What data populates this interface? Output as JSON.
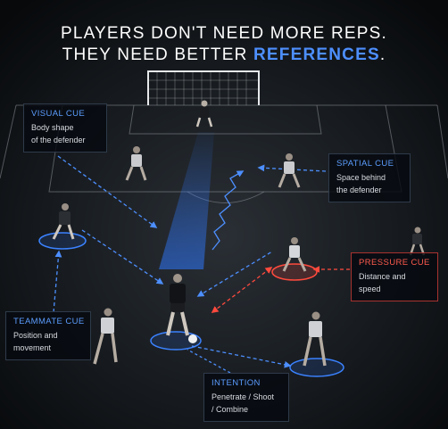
{
  "headline": {
    "line1": "PLAYERS DON'T NEED MORE REPS.",
    "line2_prefix": "THEY NEED BETTER ",
    "line2_accent": "REFERENCES",
    "line2_suffix": "."
  },
  "cues": {
    "visual": {
      "title": "VISUAL CUE",
      "line1": "Body shape",
      "line2": "of the defender"
    },
    "spatial": {
      "title": "SPATIAL CUE",
      "line1": "Space behind",
      "line2": "the defender"
    },
    "pressure": {
      "title": "PRESSURE CUE",
      "line1": "Distance and",
      "line2": "speed"
    },
    "teammate": {
      "title": "TEAMMATE CUE",
      "line1": "Position and",
      "line2": "movement"
    },
    "intention": {
      "title": "INTENTION",
      "line1": "Penetrate / Shoot",
      "line2": "/ Combine"
    }
  },
  "colors": {
    "accent_blue": "#4d8fff",
    "cue_blue": "#5c9dff",
    "pressure_red": "#ff4a3d",
    "pitch_dark": "#101418"
  }
}
